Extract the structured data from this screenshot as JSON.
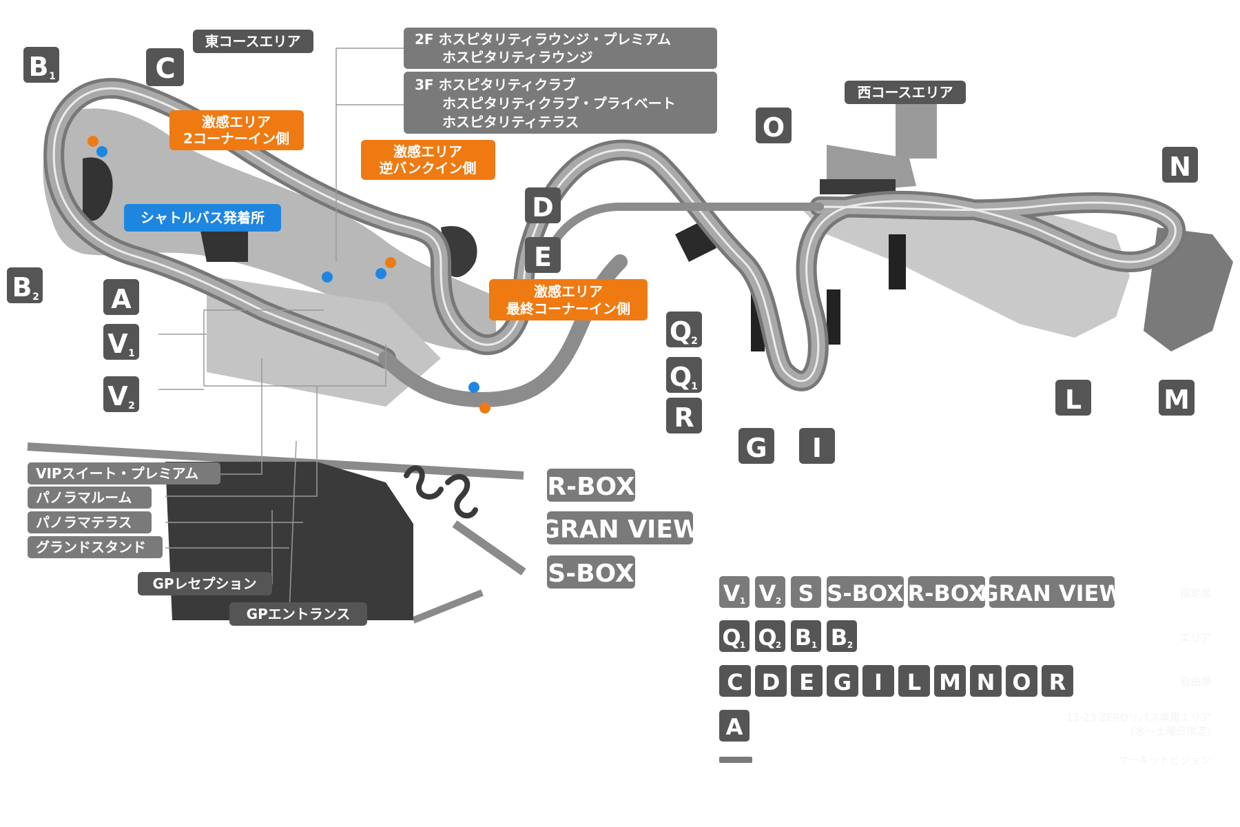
{
  "area_labels": {
    "east_course": "東コースエリア",
    "west_course": "西コースエリア",
    "hosp_2f_line1": "2F ホスピタリティラウンジ・プレミアム",
    "hosp_2f_line2": "ホスピタリティラウンジ",
    "hosp_3f_line1": "3F ホスピタリティクラブ",
    "hosp_3f_line2": "ホスピタリティクラブ・プライベート",
    "hosp_3f_line3": "ホスピタリティテラス",
    "shuttle_bus": "シャトルバス発着所",
    "vip_suite": "VIPスイート・プレミアム",
    "panorama_room": "パノラマルーム",
    "panorama_terrace": "パノラマテラス",
    "grandstand": "グランドスタンド",
    "gp_reception": "GPレセプション",
    "gp_entrance": "GPエントランス"
  },
  "gekikan": {
    "corner2_line1": "激感エリア",
    "corner2_line2": "2コーナーイン側",
    "reverse_bank_line1": "激感エリア",
    "reverse_bank_line2": "逆バンクイン側",
    "final_corner_line1": "激感エリア",
    "final_corner_line2": "最終コーナーイン側"
  },
  "zones": {
    "B": "B",
    "B1_sub": "1",
    "B2_sub": "2",
    "C": "C",
    "D": "D",
    "E": "E",
    "A": "A",
    "V": "V",
    "V1_sub": "1",
    "V2_sub": "2",
    "Q": "Q",
    "Q1_sub": "1",
    "Q2_sub": "2",
    "R": "R",
    "O": "O",
    "N": "N",
    "L": "L",
    "M": "M",
    "G": "G",
    "I": "I",
    "R_BOX": "R-BOX",
    "GRAN_VIEW": "GRAN VIEW",
    "S_BOX": "S-BOX",
    "S": "S"
  },
  "legend": {
    "row1_desc": "指定席",
    "row2_desc": "エリア",
    "row3_desc": "自由席",
    "row4_desc_line1": "13-23 ZEROリバス専用エリア",
    "row4_desc_line2": "(水～土曜日限定)",
    "row5_desc": "サーキットビジョン",
    "letters_row3": [
      "C",
      "D",
      "E",
      "G",
      "I",
      "L",
      "M",
      "N",
      "O",
      "R"
    ]
  },
  "colors": {
    "badge_dark": "#555555",
    "badge_gray": "#7a7a7a",
    "orange": "#ef7a12",
    "blue": "#1f86e0",
    "track": "#8a8a8a",
    "ground": "#b4b4b4",
    "building": "#3a3a3a"
  }
}
